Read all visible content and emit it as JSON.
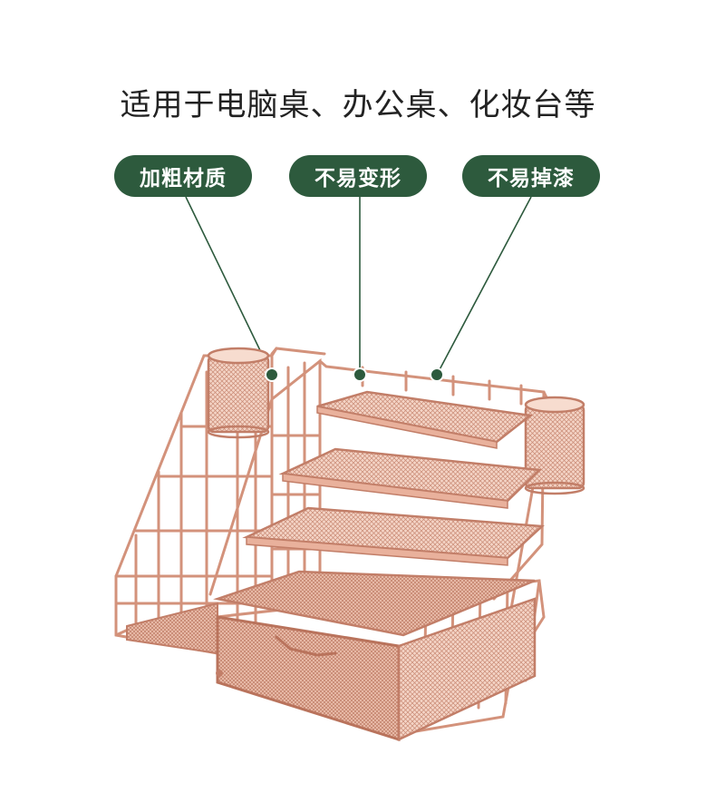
{
  "headline": "适用于电脑桌、办公桌、化妆台等",
  "features": [
    {
      "label": "加粗材质"
    },
    {
      "label": "不易变形"
    },
    {
      "label": "不易掉漆"
    }
  ],
  "colors": {
    "accent": "#2d5a3d",
    "text": "#222222",
    "metal": "#d99a84",
    "metal_dark": "#b9735c",
    "metal_light": "#f2c9b8"
  },
  "product": "rose-gold-mesh-desk-organizer"
}
